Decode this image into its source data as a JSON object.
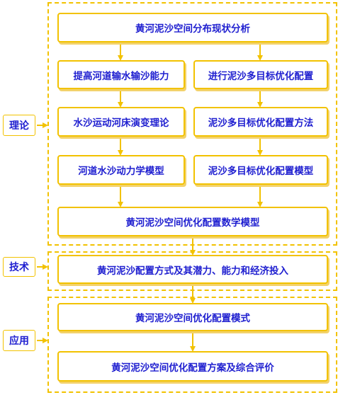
{
  "colors": {
    "frame": "#f2c200",
    "text": "#1f1fd0",
    "shadow": "#f3d26a"
  },
  "sections": {
    "theory_label": "理论",
    "tech_label": "技术",
    "app_label": "应用"
  },
  "nodes": {
    "n1": "黄河泥沙空间分布现状分析",
    "n2": "提高河道输水输沙能力",
    "n3": "进行泥沙多目标优化配置",
    "n4": "水沙运动河床演变理论",
    "n5": "泥沙多目标优化配置方法",
    "n6": "河道水沙动力学模型",
    "n7": "泥沙多目标优化配置模型",
    "n8": "黄河泥沙空间优化配置数学模型",
    "n9": "黄河泥沙配置方式及其潜力、能力和经济投入",
    "n10": "黄河泥沙空间优化配置模式",
    "n11": "黄河泥沙空间优化配置方案及综合评价"
  }
}
